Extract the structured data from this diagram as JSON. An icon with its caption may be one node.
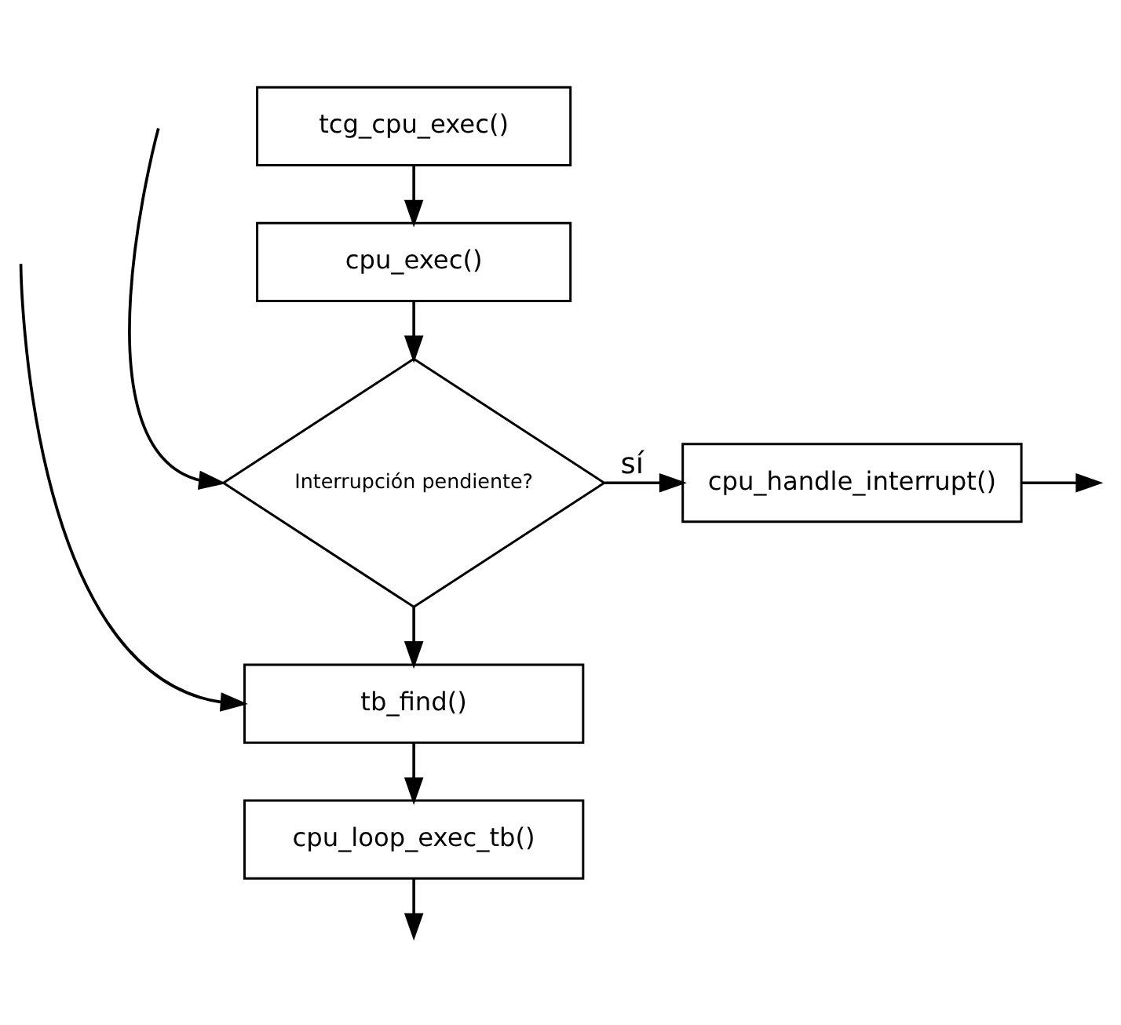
{
  "diagram": {
    "nodes": [
      {
        "text": [
          "tcg_cpu_exec()"
        ]
      },
      {
        "text": [
          "cpu_exec()"
        ]
      },
      {
        "text": [
          "Interrupción pendiente?"
        ]
      },
      {
        "text": [
          "cpu_handle_interrupt()"
        ]
      },
      {
        "text": [
          "tb_find()"
        ]
      },
      {
        "text": [
          "cpu_loop_exec_tb()"
        ]
      }
    ],
    "edges": [
      {
        "from": 0,
        "to": 1,
        "arrow": "to"
      },
      {
        "from": 1,
        "to": 2,
        "arrow": "to"
      },
      {
        "from": 2,
        "to": 3,
        "arrow": "to",
        "label": "sí"
      },
      {
        "from": 3,
        "to": null,
        "arrow": "to"
      },
      {
        "from": 2,
        "to": 4,
        "arrow": "to"
      },
      {
        "from": 4,
        "to": 5,
        "arrow": "to"
      },
      {
        "from": 5,
        "to": null,
        "arrow": "to"
      },
      {
        "from": null,
        "to": 2,
        "arrow": "to"
      },
      {
        "from": null,
        "to": 4,
        "arrow": "to"
      }
    ]
  }
}
